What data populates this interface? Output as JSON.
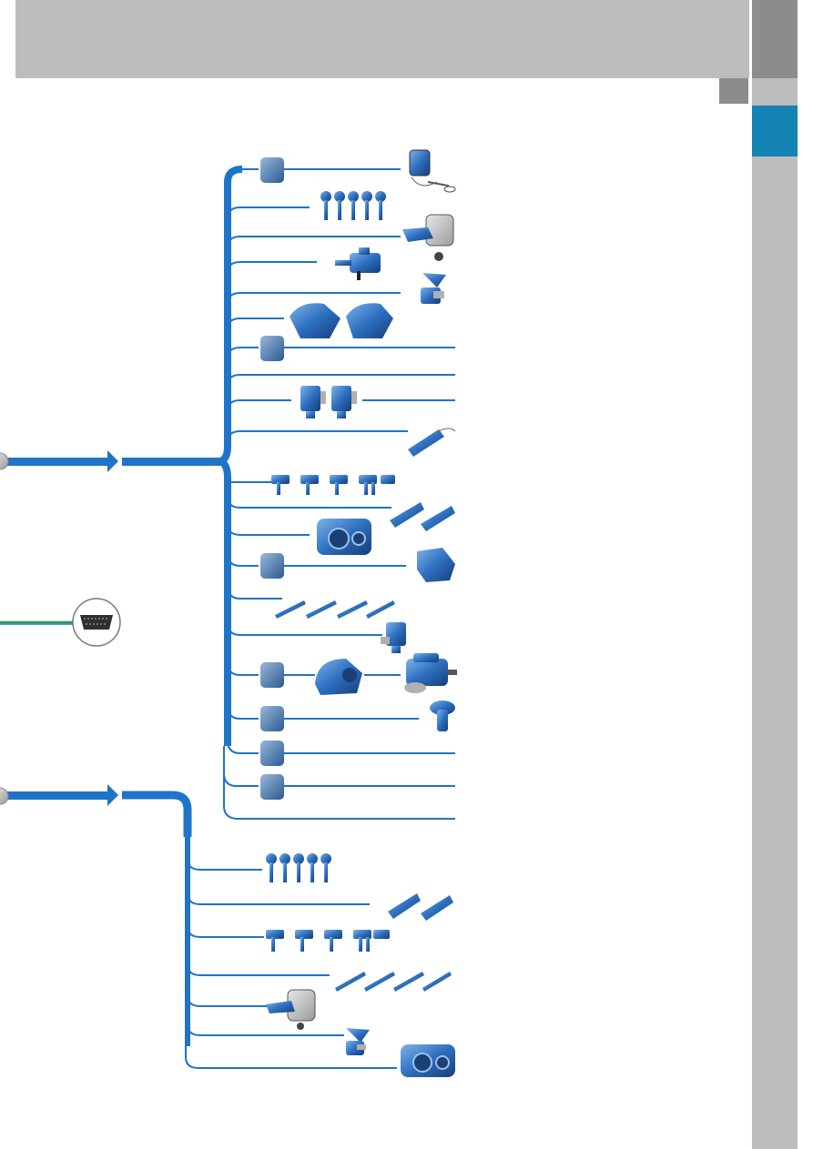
{
  "page": {
    "colors": {
      "header_grey": "#bdbdbd",
      "side_dark": "#8c8b8d",
      "accent_blue": "#1583b3",
      "line_blue": "#1e74c8",
      "component_blue": "#2d6fbf"
    }
  },
  "diagram": {
    "branches": [
      {
        "id": "fuel-level-sensor",
        "ecu": true,
        "icon": "fuel-pump-module-icon"
      },
      {
        "id": "ignition-coils-top",
        "ecu": false,
        "icon": "ignition-coil-icon"
      },
      {
        "id": "high-pressure-pump",
        "ecu": false,
        "icon": "pump-icon"
      },
      {
        "id": "pressure-valve",
        "ecu": false,
        "icon": "valve-icon"
      },
      {
        "id": "sensor-small",
        "ecu": false,
        "icon": "sensor-icon"
      },
      {
        "id": "camshaft-adjusters",
        "ecu": false,
        "icon": "adjuster-icon"
      },
      {
        "id": "ecu-line-1",
        "ecu": true,
        "icon": ""
      },
      {
        "id": "plain-line-1",
        "ecu": false,
        "icon": ""
      },
      {
        "id": "solenoid-valves",
        "ecu": false,
        "icon": "solenoid-icon"
      },
      {
        "id": "lambda-probe",
        "ecu": false,
        "icon": "lambda-sensor-icon"
      },
      {
        "id": "injectors",
        "ecu": false,
        "icon": "injector-icon"
      },
      {
        "id": "knock-sensors",
        "ecu": false,
        "icon": "knock-sensor-icon"
      },
      {
        "id": "throttle-body",
        "ecu": false,
        "icon": "throttle-icon"
      },
      {
        "id": "coolant-pump",
        "ecu": true,
        "icon": "pump-icon"
      },
      {
        "id": "glow-plugs",
        "ecu": false,
        "icon": "glow-plug-icon"
      },
      {
        "id": "valve-single",
        "ecu": false,
        "icon": "solenoid-icon"
      },
      {
        "id": "air-mass-and-actuator",
        "ecu": true,
        "icon": "actuator-icon"
      },
      {
        "id": "pressure-sensor",
        "ecu": true,
        "icon": "mushroom-sensor-icon"
      },
      {
        "id": "ecu-line-2",
        "ecu": true,
        "icon": ""
      },
      {
        "id": "ecu-line-3",
        "ecu": true,
        "icon": ""
      },
      {
        "id": "plain-line-bottom",
        "ecu": false,
        "icon": ""
      }
    ],
    "lower_branches": [
      {
        "id": "ignition-coils-lower",
        "icon": "ignition-coil-icon"
      },
      {
        "id": "knock-sensors-lower",
        "icon": "knock-sensor-icon"
      },
      {
        "id": "injectors-lower",
        "icon": "injector-icon"
      },
      {
        "id": "glow-plugs-lower",
        "icon": "glow-plug-icon"
      },
      {
        "id": "pump-lower",
        "icon": "pump-icon"
      },
      {
        "id": "sensor-lower",
        "icon": "sensor-icon"
      },
      {
        "id": "throttle-lower",
        "icon": "throttle-icon"
      }
    ],
    "diagnostic_connector": {
      "icon": "obd-connector-icon"
    }
  }
}
